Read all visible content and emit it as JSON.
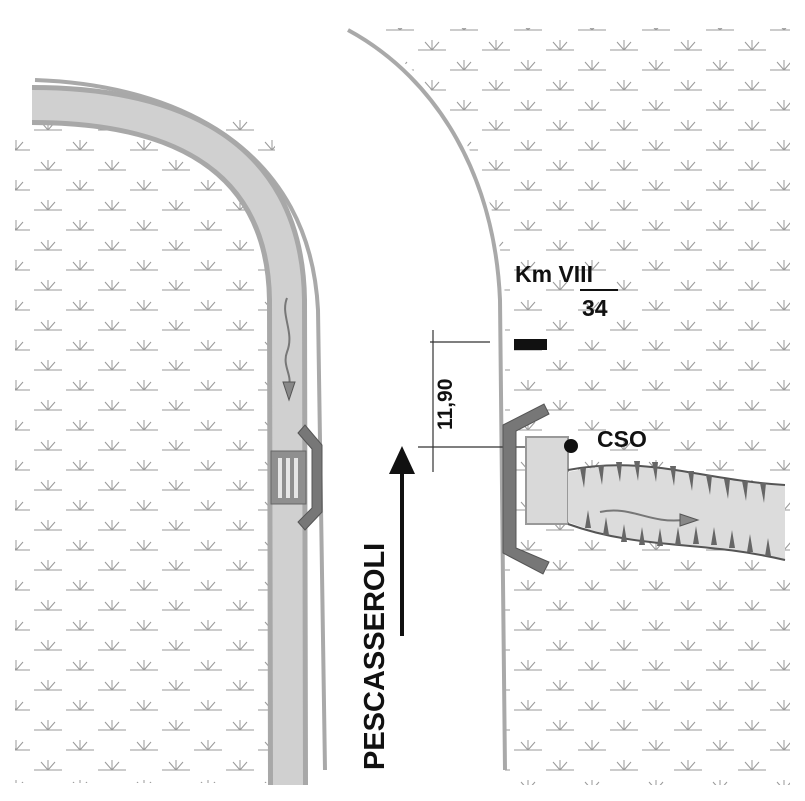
{
  "labels": {
    "km_prefix": "Km VIII",
    "km_value": "34",
    "distance": "11,90",
    "outlet": "CSO",
    "direction": "PESCASSEROLI"
  },
  "icons": {
    "flow_left": "flow-arrow-icon",
    "flow_right": "flow-arrow-icon",
    "direction": "direction-arrow-icon",
    "grate": "grate-icon"
  },
  "colors": {
    "ground_symbol": "#9a9a9a",
    "road_edge": "#a9a9a9",
    "channel_fill": "#d0d0d0",
    "channel_edge": "#a8a8a8",
    "culvert_head": "#777777",
    "culvert_body": "#d9d9d9",
    "text": "#111111"
  }
}
